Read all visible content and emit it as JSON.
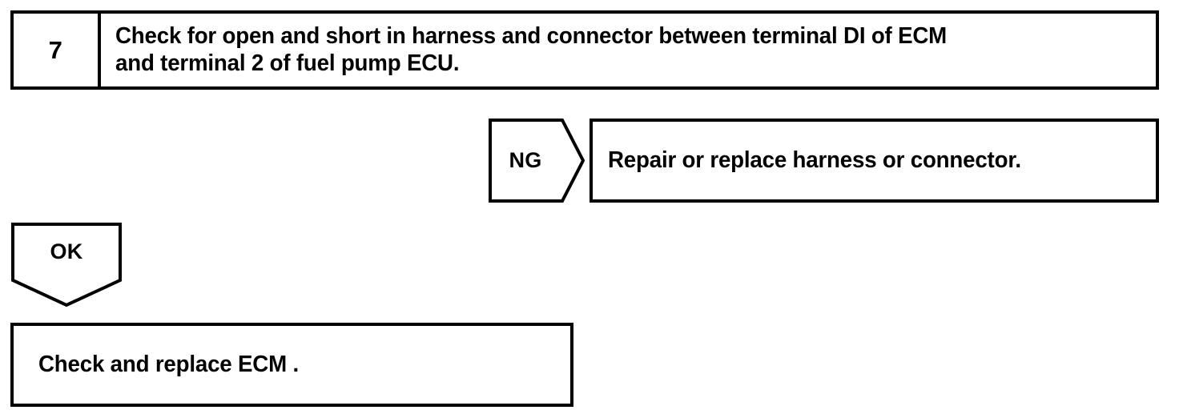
{
  "diagram": {
    "type": "troubleshooting-flowchart",
    "step": {
      "number": "7",
      "instruction": "Check for open and short in harness and connector between terminal DI of ECM\nand terminal 2 of fuel pump ECU."
    },
    "branches": [
      {
        "label": "NG",
        "direction": "right",
        "result": "Repair or replace harness or connector."
      },
      {
        "label": "OK",
        "direction": "down",
        "result": "Check and replace ECM ."
      }
    ],
    "colors": {
      "background": "#ffffff",
      "line": "#000000",
      "text": "#000000"
    }
  }
}
